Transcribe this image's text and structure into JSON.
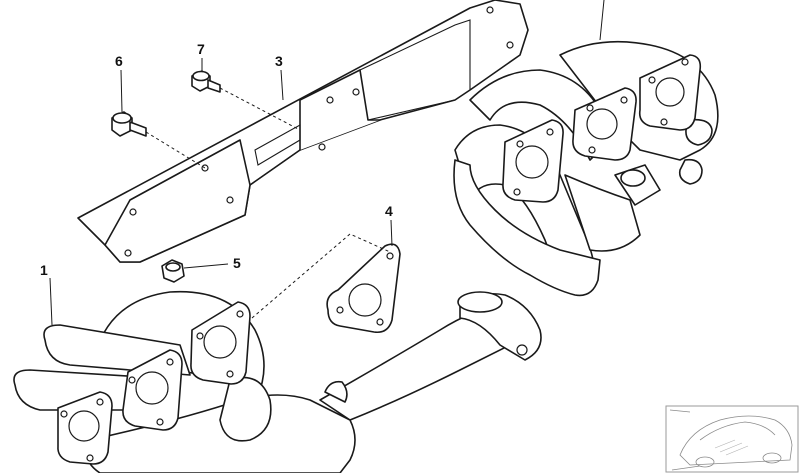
{
  "callouts": {
    "part_1": "1",
    "part_3": "3",
    "part_4": "4",
    "part_5": "5",
    "part_6": "6",
    "part_7": "7"
  },
  "colors": {
    "line": "#1a1a1a",
    "background": "#ffffff",
    "thumbnail_line": "#8a8a8a"
  }
}
